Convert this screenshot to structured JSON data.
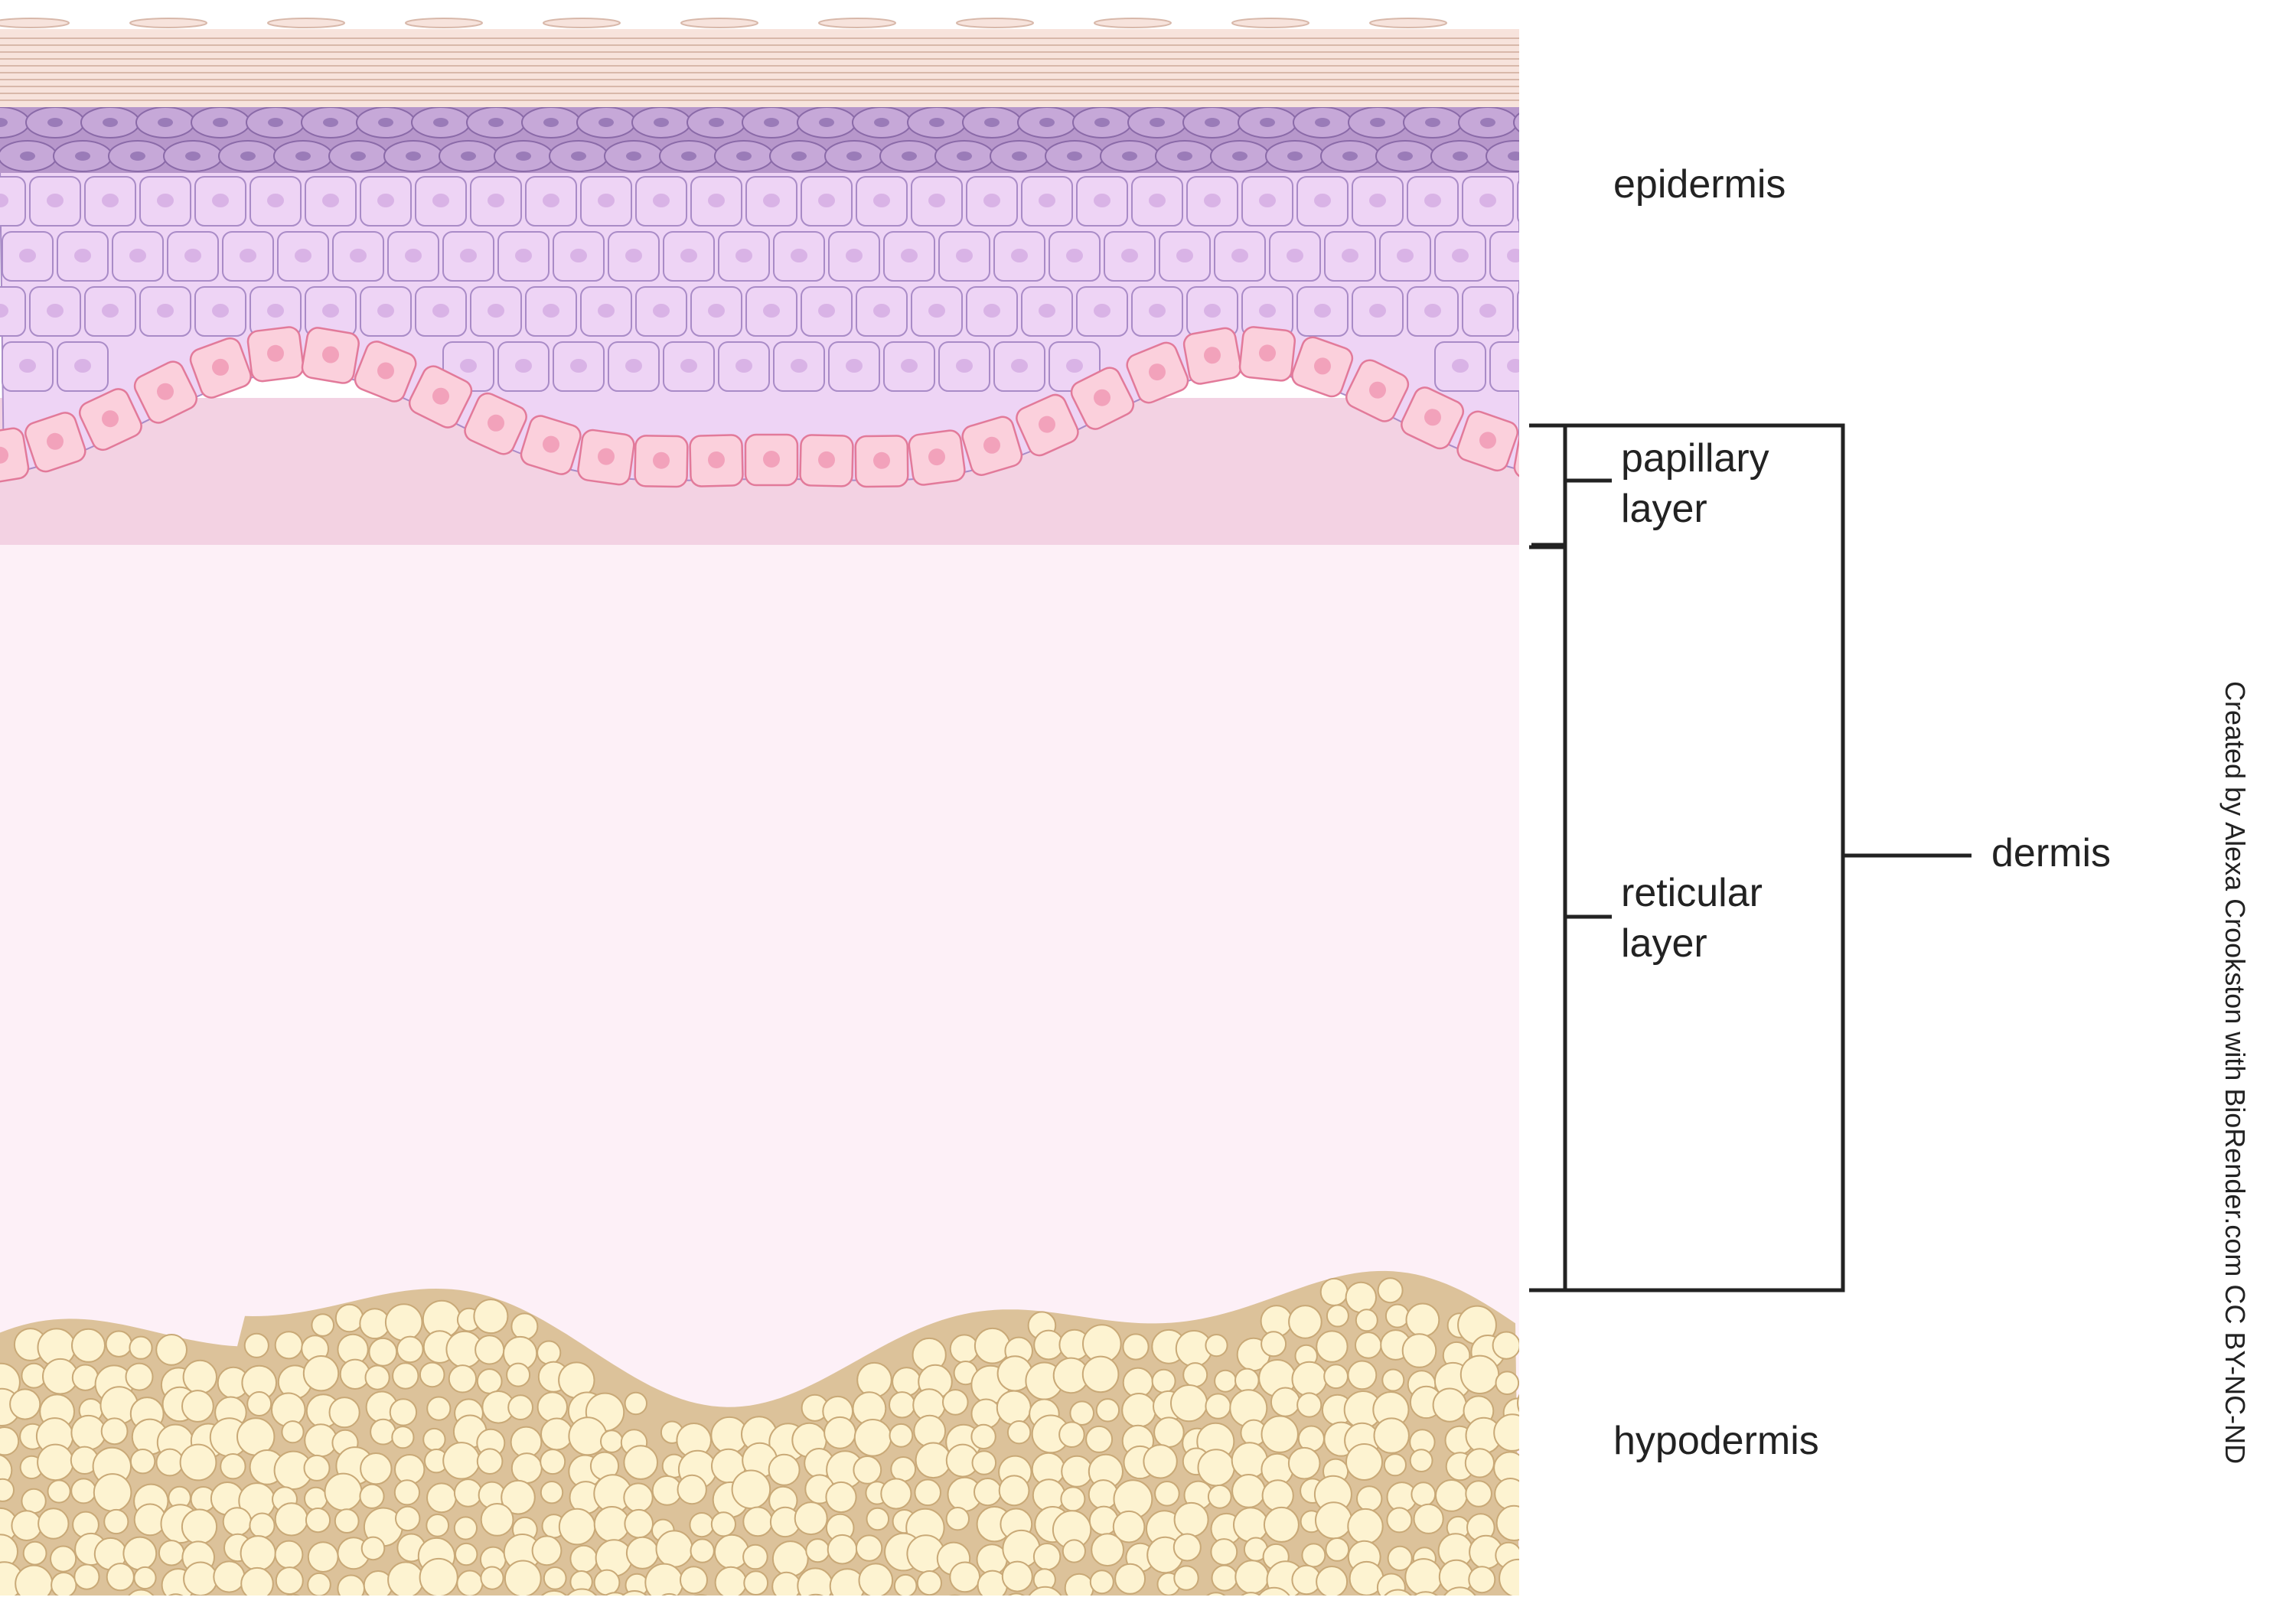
{
  "labels": {
    "epidermis": "epidermis",
    "papillary_1": "papillary",
    "papillary_2": "layer",
    "reticular_1": "reticular",
    "reticular_2": "layer",
    "dermis": "dermis",
    "hypodermis": "hypodermis"
  },
  "credit": "Created by Alexa Crookston with BioRender.com CC BY-NC-ND",
  "colors": {
    "stratum_corneum": "#f7e3dc",
    "granular_layer": "#b797cb",
    "spinous_cell": "#eed4f5",
    "basal_cell": "#fbd0dc",
    "papillary_dermis": "#f3d2e3",
    "reticular_dermis": "#fdf0f7",
    "fat_cell": "#fdf3d1",
    "fat_matrix": "#dcc29a"
  }
}
